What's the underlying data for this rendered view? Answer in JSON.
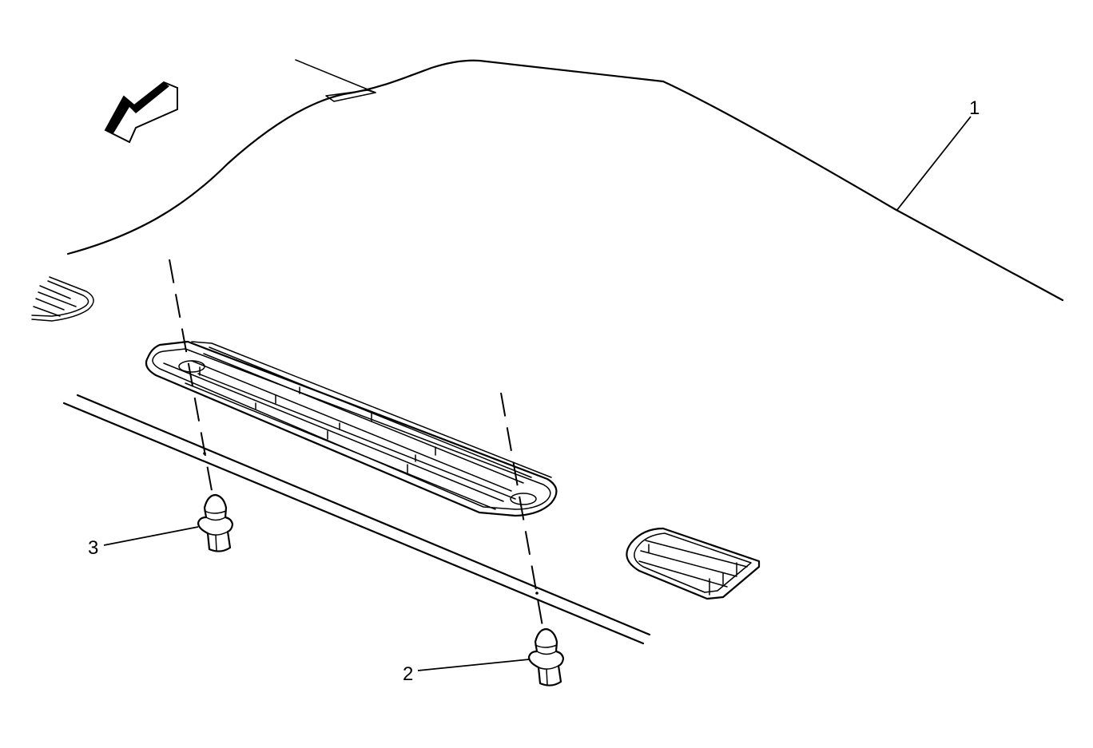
{
  "callouts": [
    {
      "id": "1",
      "label": "1"
    },
    {
      "id": "2",
      "label": "2"
    },
    {
      "id": "3",
      "label": "3"
    }
  ],
  "colors": {
    "line": "#000000",
    "background": "#ffffff"
  },
  "icons": {
    "direction_arrow": "forward-direction-arrow-icon"
  }
}
